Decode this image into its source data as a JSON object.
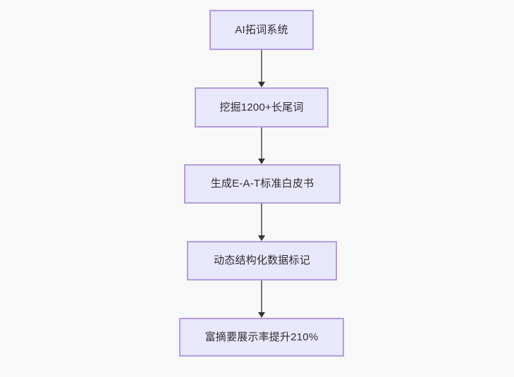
{
  "diagram": {
    "type": "flowchart",
    "direction": "top-to-bottom",
    "background_color": "#f8f8f8",
    "node_fill_color": "#e8e7fc",
    "node_border_color": "#b49be0",
    "node_text_color": "#2f2f2f",
    "edge_line_color": "#777777",
    "edge_arrow_color": "#333333",
    "nodes": [
      {
        "id": "node-0",
        "label": "AI拓词系统"
      },
      {
        "id": "node-1",
        "label": "挖掘1200+长尾词"
      },
      {
        "id": "node-2",
        "label": "生成E-A-T标准白皮书"
      },
      {
        "id": "node-3",
        "label": "动态结构化数据标记"
      },
      {
        "id": "node-4",
        "label": "富摘要展示率提升210%"
      }
    ],
    "edges": [
      {
        "id": "edge-0",
        "from": "node-0",
        "to": "node-1",
        "arrow": "arrow-down-icon"
      },
      {
        "id": "edge-1",
        "from": "node-1",
        "to": "node-2",
        "arrow": "arrow-down-icon"
      },
      {
        "id": "edge-2",
        "from": "node-2",
        "to": "node-3",
        "arrow": "arrow-down-icon"
      },
      {
        "id": "edge-3",
        "from": "node-3",
        "to": "node-4",
        "arrow": "arrow-down-icon"
      }
    ]
  }
}
